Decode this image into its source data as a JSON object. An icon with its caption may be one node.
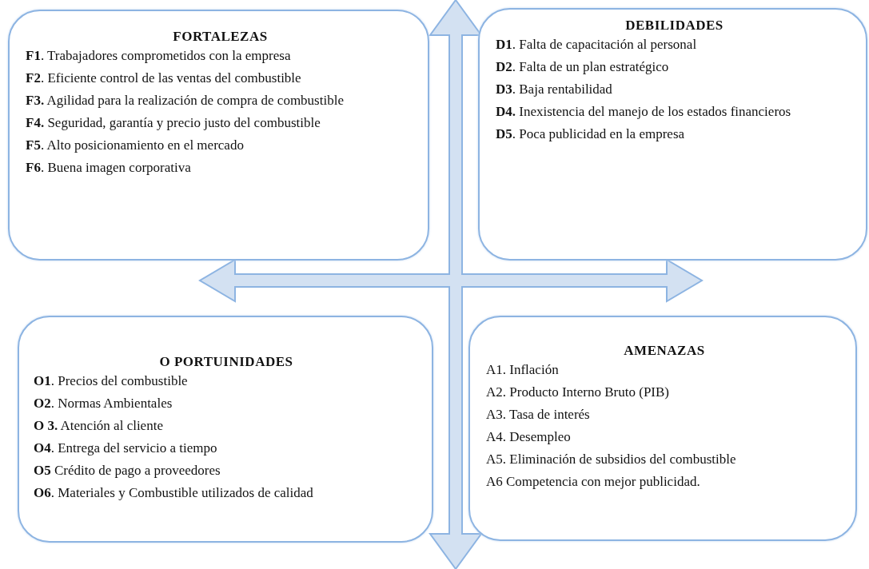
{
  "diagram": {
    "nodes": [
      {
        "text": [
          "FORTALEZAS",
          "**F1**. Trabajadores comprometidos con la empresa",
          "**F2**. Eficiente control de las ventas del combustible",
          "**F3.** Agilidad para la realización de compra de combustible",
          "**F4.** Seguridad, garantía y precio justo del combustible",
          "**F5**. Alto posicionamiento en el mercado",
          "**F6**. Buena imagen corporativa"
        ]
      },
      {
        "text": [
          "DEBILIDADES",
          "**D1**. Falta de capacitación al personal",
          "**D2**. Falta de un plan estratégico",
          "**D3**. Baja rentabilidad",
          "**D4.** Inexistencia del manejo de los estados financieros",
          "**D5**. Poca publicidad en la empresa"
        ]
      },
      {
        "text": [
          "O PORTUINIDADES",
          "**O1**. Precios del combustible",
          "**O2**. Normas Ambientales",
          "**O 3.** Atención al cliente",
          "**O4**. Entrega del servicio a tiempo",
          "**O5** Crédito de pago a proveedores",
          "**O6**. Materiales y Combustible utilizados de calidad"
        ]
      },
      {
        "text": [
          "AMENAZAS",
          "A1. Inflación",
          "A2. Producto Interno Bruto (PIB)",
          "A3. Tasa de interés",
          "A4. Desempleo",
          "A5. Eliminación de subsidios del combustible",
          "A6 Competencia con mejor publicidad."
        ]
      }
    ]
  }
}
